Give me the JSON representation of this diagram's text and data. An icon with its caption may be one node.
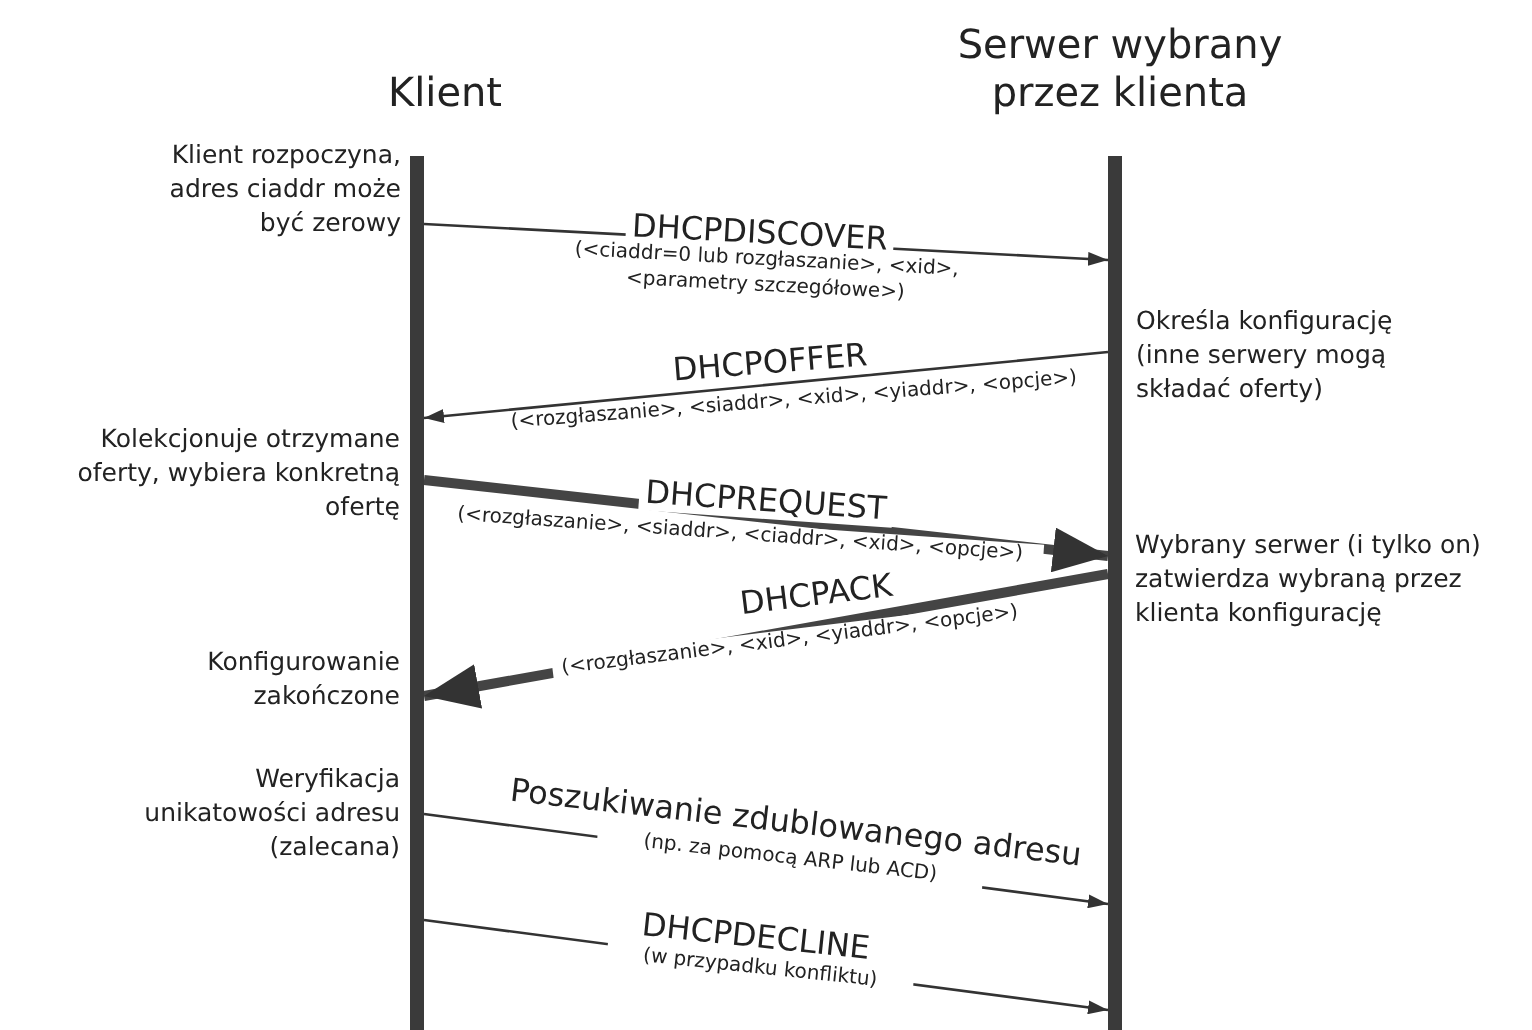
{
  "diagram": {
    "nodes": [
      {
        "text": [
          "Klient"
        ]
      },
      {
        "text": [
          "Serwer wybrany przez klienta"
        ]
      },
      {
        "text": [],
        "shape": "bar"
      },
      {
        "text": [],
        "shape": "bar"
      }
    ],
    "edges": [
      {
        "from": 2,
        "to": 3,
        "arrow": "to",
        "label": "DHCPDISCOVER"
      },
      {
        "from": 3,
        "to": 2,
        "arrow": "to",
        "label": "DHCPOFFER"
      },
      {
        "from": 2,
        "to": 3,
        "arrow": "to",
        "label": "DHCPREQUEST",
        "style": "thick"
      },
      {
        "from": 3,
        "to": 2,
        "arrow": "to",
        "label": "DHCPACK",
        "style": "thick"
      },
      {
        "from": 2,
        "to": 3,
        "arrow": "to",
        "label": "Poszukiwanie zdublowanego adresu"
      },
      {
        "from": 2,
        "to": 3,
        "arrow": "to",
        "label": "DHCPDECLINE"
      }
    ],
    "labels": [
      "Klient rozpoczyna, adres ciaddr może być zerowy",
      "(<ciaddr=0 lub rozgłaszanie>, <xid>, <parametry szczegółowe>)",
      "Określa konfigurację (inne serwery mogą składać oferty)",
      "(<rozgłaszanie>, <siaddr>, <xid>, <yiaddr>, <opcje>)",
      "Kolekcjonuje otrzymane oferty, wybiera konkretną ofertę",
      "(<rozgłaszanie>, <siaddr>, <ciaddr>, <xid>, <opcje>)",
      "Wybrany serwer (i tylko on) zatwierdza wybraną przez klienta konfigurację",
      "(<rozgłaszanie>, <xid>, <yiaddr>, <opcje>)",
      "Konfigurowanie zakończone",
      "Weryfikacja unikatowości adresu (zalecana)",
      "(np. za pomocą ARP lub ACD)",
      "(w przypadku konfliktu)"
    ]
  }
}
